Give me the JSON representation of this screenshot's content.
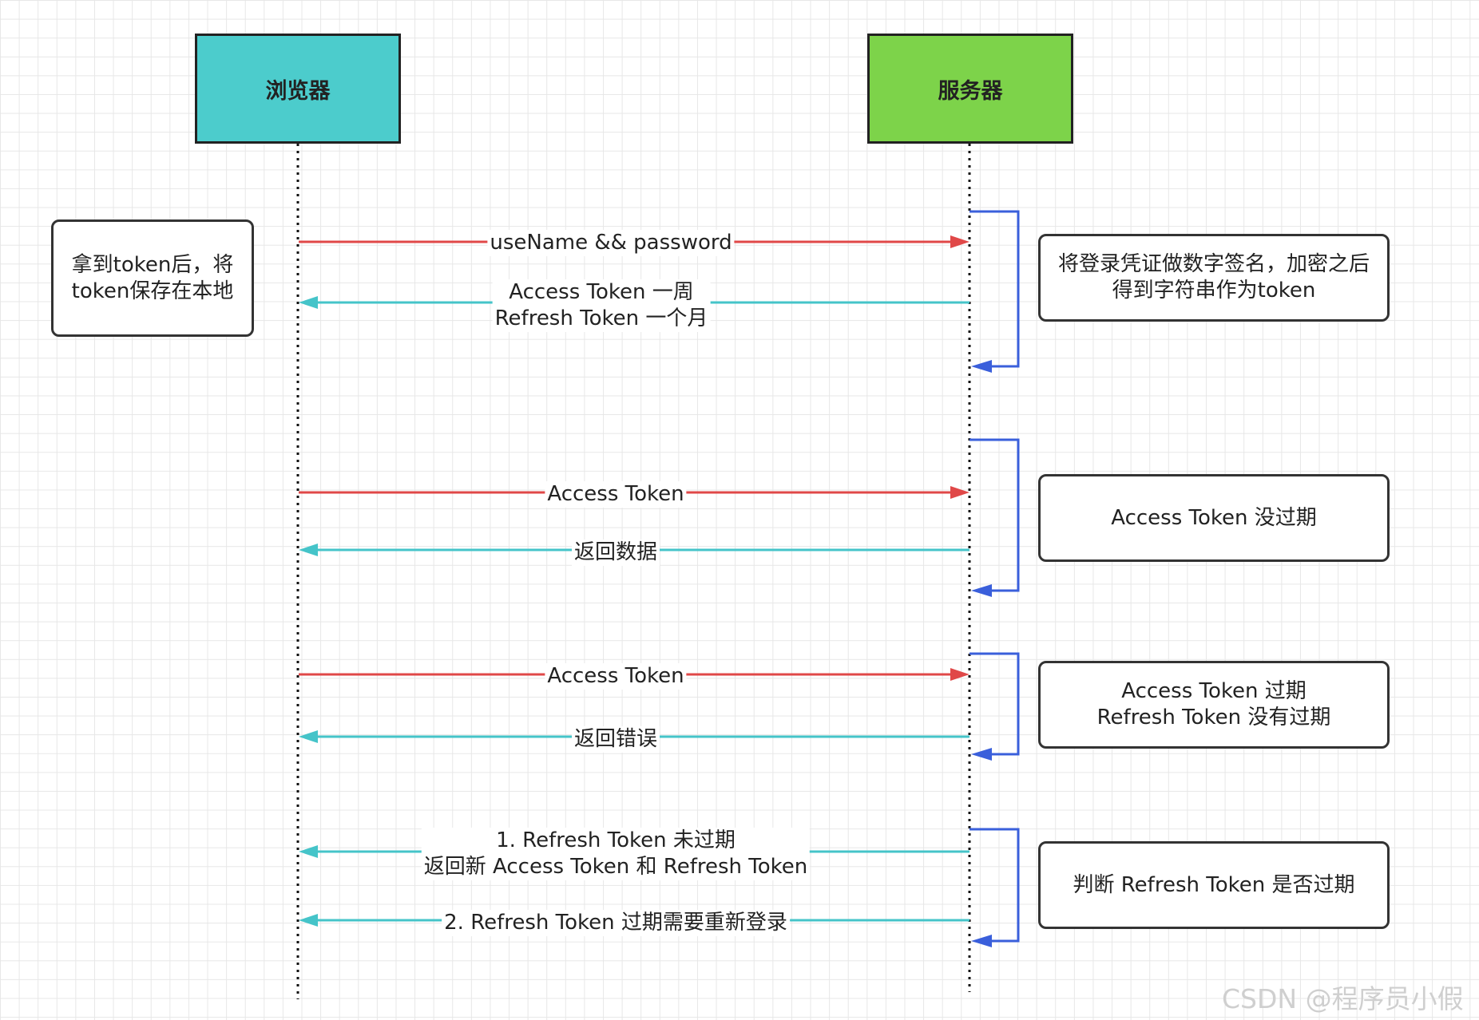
{
  "colors": {
    "request": "#e04848",
    "response": "#45c4c9",
    "activation": "#3a5fdb",
    "browser_fill": "#4ccccc",
    "server_fill": "#7dd34a"
  },
  "actors": {
    "browser": "浏览器",
    "server": "服务器"
  },
  "notes": {
    "browser_note": "拿到token后，将\ntoken保存在本地",
    "login_note": "将登录凭证做数字签名，加密之后\n得到字符串作为token",
    "valid_note": "Access Token 没过期",
    "expired_note": "Access Token 过期\nRefresh Token 没有过期",
    "refresh_note": "判断 Refresh Token 是否过期"
  },
  "messages": {
    "login_request": "useName && password",
    "login_response": "Access Token 一周\nRefresh Token 一个月",
    "access_request_1": "Access Token",
    "data_response": "返回数据",
    "access_request_2": "Access Token",
    "error_response": "返回错误",
    "refresh_ok": "1. Refresh Token 未过期\n返回新 Access Token 和 Refresh Token",
    "refresh_expired": "2. Refresh Token 过期需要重新登录"
  },
  "watermark": "CSDN @程序员小假"
}
